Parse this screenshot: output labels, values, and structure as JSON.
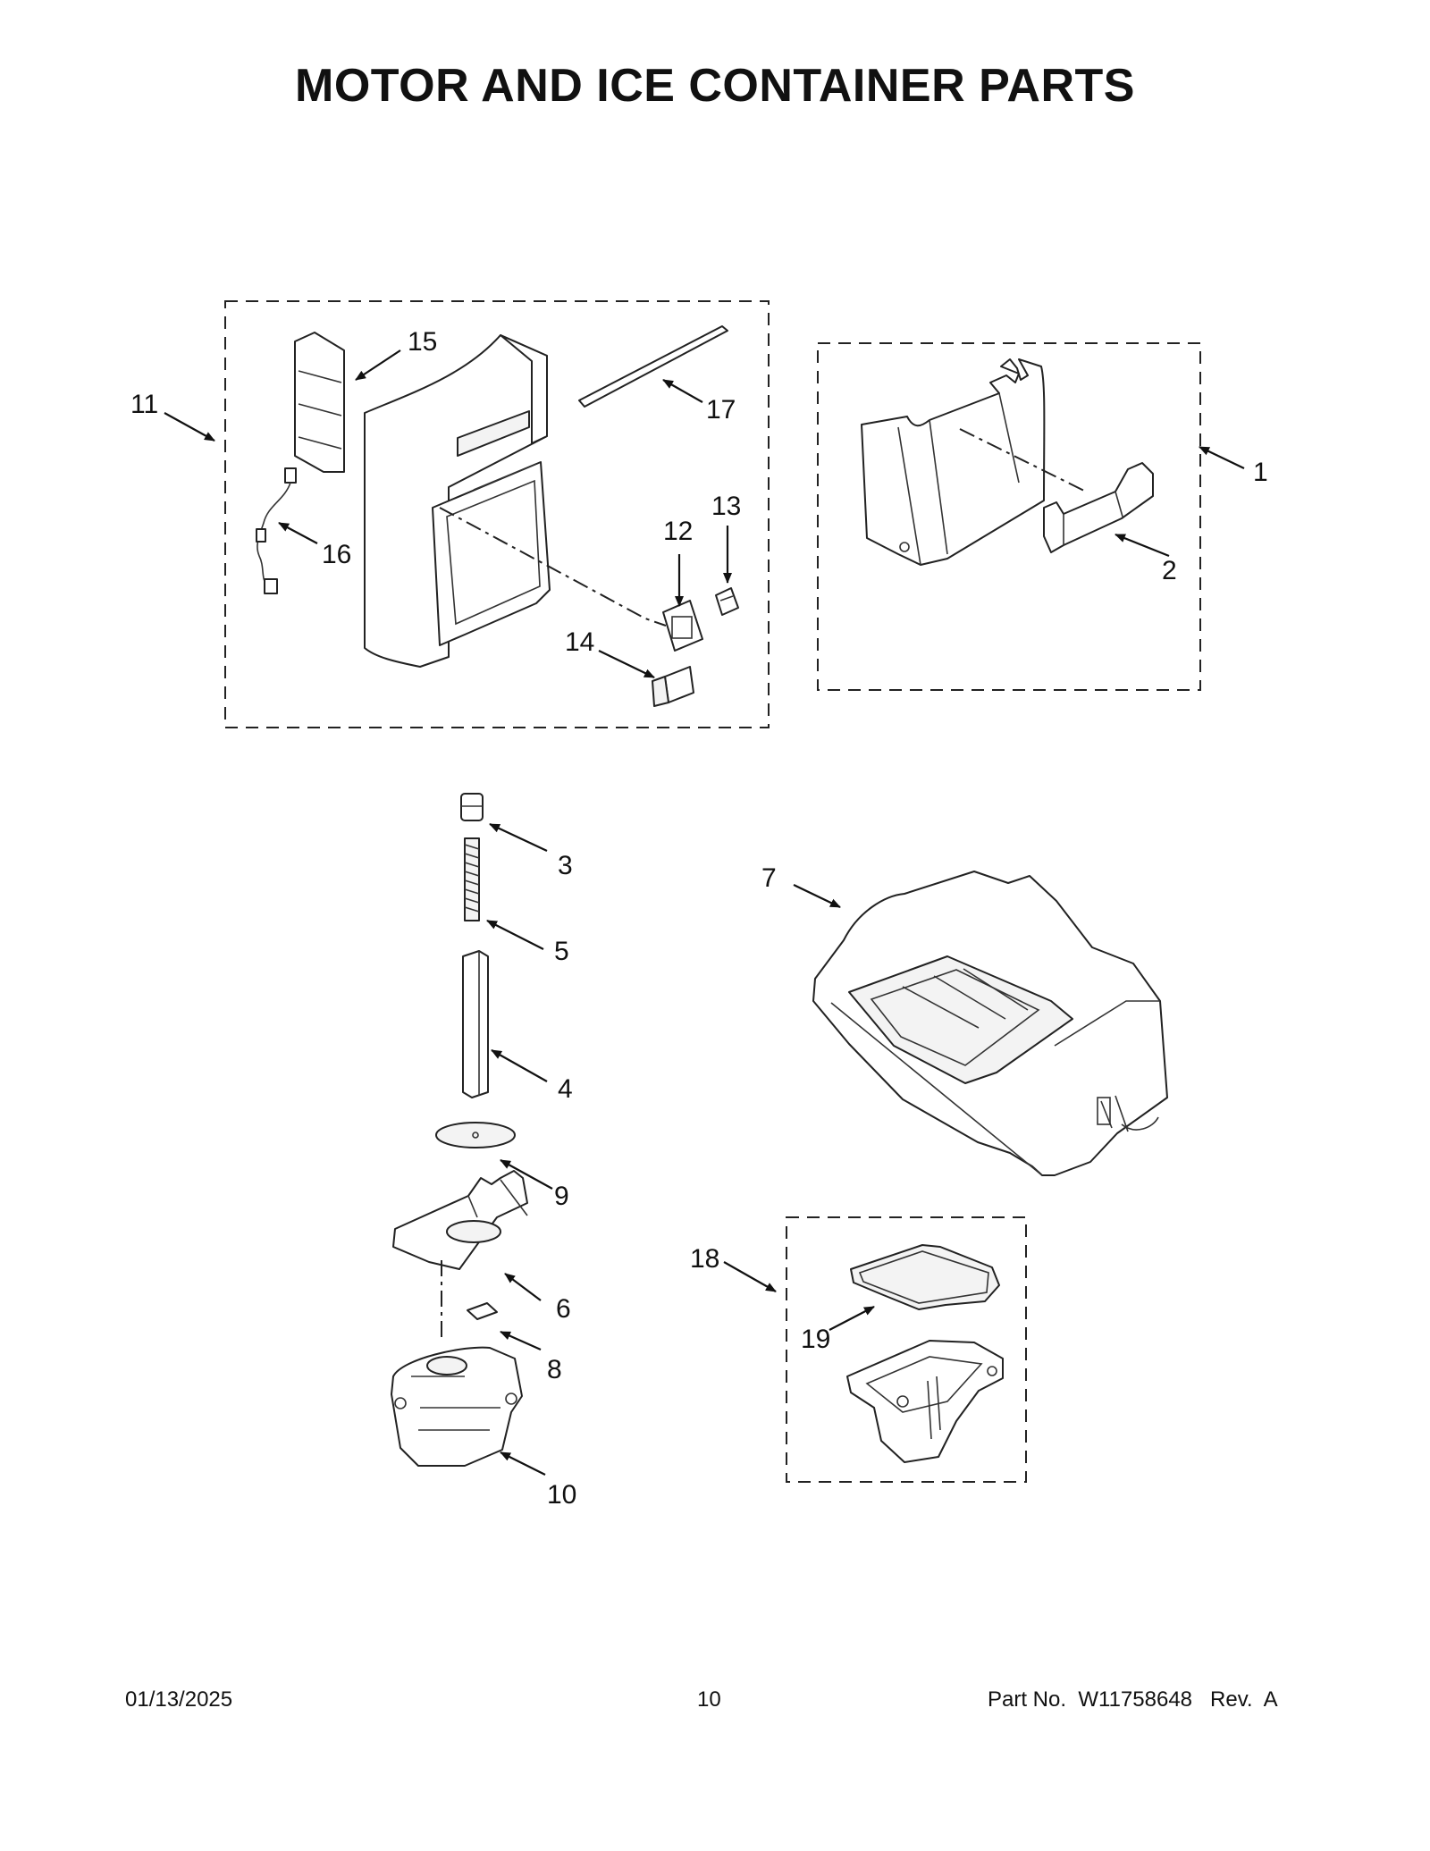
{
  "page": {
    "title": "MOTOR AND ICE CONTAINER PARTS"
  },
  "callouts": {
    "c1": "1",
    "c2": "2",
    "c3": "3",
    "c4": "4",
    "c5": "5",
    "c6": "6",
    "c7": "7",
    "c8": "8",
    "c9": "9",
    "c10": "10",
    "c11": "11",
    "c12": "12",
    "c13": "13",
    "c14": "14",
    "c15": "15",
    "c16": "16",
    "c17": "17",
    "c18": "18",
    "c19": "19"
  },
  "footer": {
    "date": "01/13/2025",
    "page_number": "10",
    "part_number": "Part No.  W11758648   Rev.  A"
  }
}
